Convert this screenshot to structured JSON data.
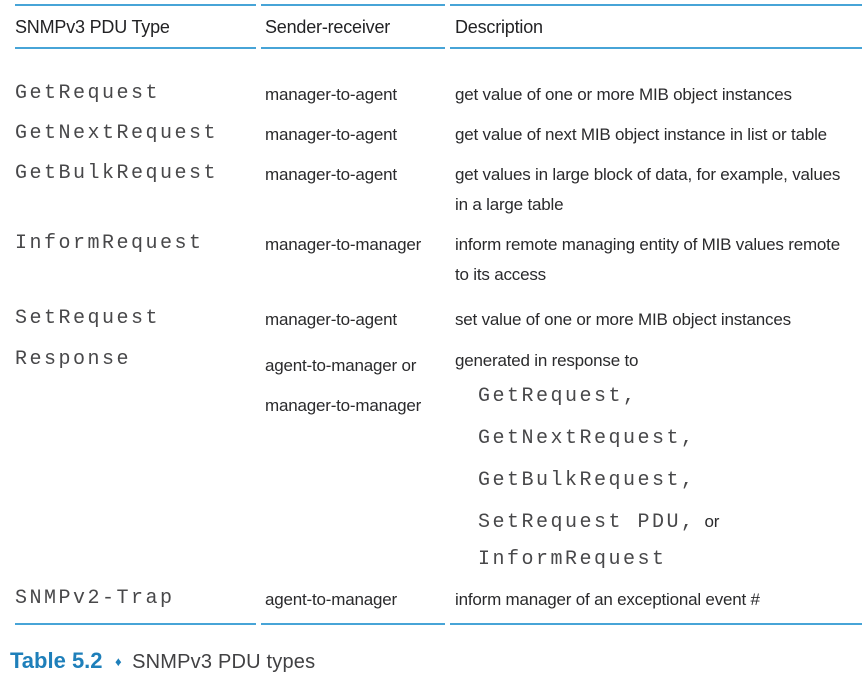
{
  "table": {
    "headers": [
      "SNMPv3 PDU Type",
      "Sender-receiver",
      "Description"
    ],
    "rows": [
      {
        "type": "GetRequest",
        "sender": "manager-to-agent",
        "desc": "get value of one or more MIB object instances"
      },
      {
        "type": "GetNextRequest",
        "sender": "manager-to-agent",
        "desc": "get value of next MIB object instance in list or table"
      },
      {
        "type": "GetBulkRequest",
        "sender": "manager-to-agent",
        "desc_lines": [
          "get values in large block of data, for example, values",
          "in a large table"
        ]
      },
      {
        "type": "InformRequest",
        "sender": "manager-to-manager",
        "desc_lines": [
          "inform remote managing entity of MIB values remote",
          "to its access"
        ]
      },
      {
        "type": "SetRequest",
        "sender": "manager-to-agent",
        "desc": "set value of one or more MIB object instances"
      },
      {
        "type": "Response",
        "sender_line1": "agent-to-manager or",
        "sender_line2": "manager-to-manager",
        "desc_intro": "generated in response to",
        "desc_items": [
          {
            "mono": "GetRequest,"
          },
          {
            "mono": "GetNextRequest,"
          },
          {
            "mono": "GetBulkRequest,"
          },
          {
            "mono": "SetRequest PDU,",
            "sans": "or"
          },
          {
            "mono": "InformRequest"
          }
        ]
      },
      {
        "type": "SNMPv2-Trap",
        "sender": "agent-to-manager",
        "desc": "inform manager of an exceptional event #"
      }
    ],
    "caption": {
      "label": "Table 5.2",
      "separator": "♦",
      "title": "SNMPv3 PDU types"
    },
    "colors": {
      "rule_blue": "#47a4d7",
      "caption_blue": "#1e7fba",
      "body_text": "#2a2a2c",
      "mono_text": "#48484a"
    }
  }
}
